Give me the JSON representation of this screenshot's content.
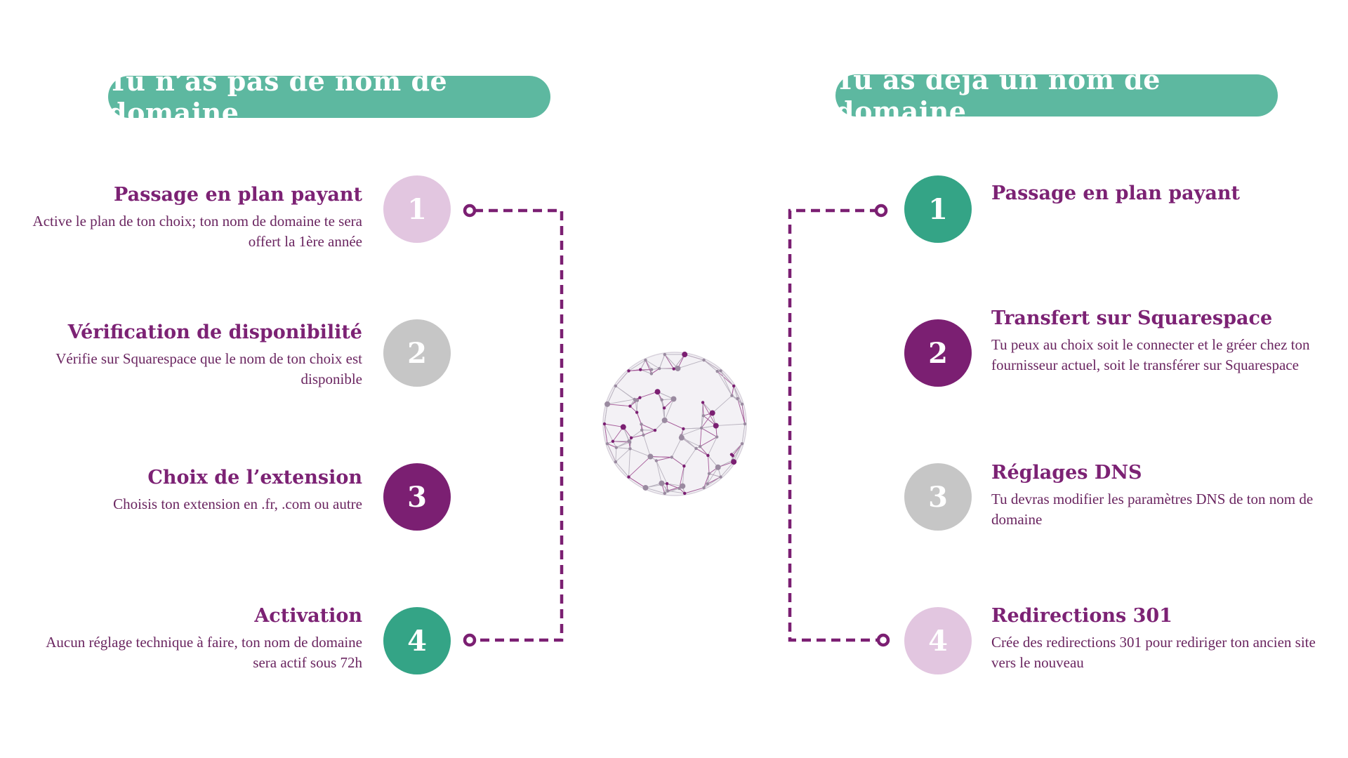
{
  "left": {
    "heading": "Tu n’as pas de nom de domaine",
    "steps": [
      {
        "num": "1",
        "title": "Passage en plan payant",
        "desc": "Active le plan de ton choix; ton nom de domaine te sera offert la 1ère année",
        "color": "#e2c6e0"
      },
      {
        "num": "2",
        "title": "Vérification de disponibilité",
        "desc": "Vérifie sur Squarespace que le nom de ton choix est disponible",
        "color": "#c6c6c6"
      },
      {
        "num": "3",
        "title": "Choix de l’extension",
        "desc": "Choisis ton extension en .fr, .com ou autre",
        "color": "#7b1f72"
      },
      {
        "num": "4",
        "title": "Activation",
        "desc": "Aucun réglage technique à faire, ton nom de domaine sera actif sous 72h",
        "color": "#34a486"
      }
    ]
  },
  "right": {
    "heading": "Tu as déjà un nom de domaine",
    "steps": [
      {
        "num": "1",
        "title": "Passage en plan payant",
        "desc": "",
        "color": "#34a486"
      },
      {
        "num": "2",
        "title": "Transfert sur Squarespace",
        "desc": "Tu peux au choix soit le connecter et le gréer chez ton fournisseur actuel, soit le transférer sur Squarespace",
        "color": "#7b1f72"
      },
      {
        "num": "3",
        "title": "Réglages DNS",
        "desc": "Tu devras modifier les paramètres DNS de ton nom de domaine",
        "color": "#c6c6c6"
      },
      {
        "num": "4",
        "title": "Redirections 301",
        "desc": "Crée des redirections 301 pour rediriger ton ancien site vers le nouveau",
        "color": "#e2c6e0"
      }
    ]
  },
  "colors": {
    "accent": "#7b1f72",
    "teal": "#5db8a0",
    "connector": "#7b1f72"
  },
  "center_icon": "network-globe-icon"
}
